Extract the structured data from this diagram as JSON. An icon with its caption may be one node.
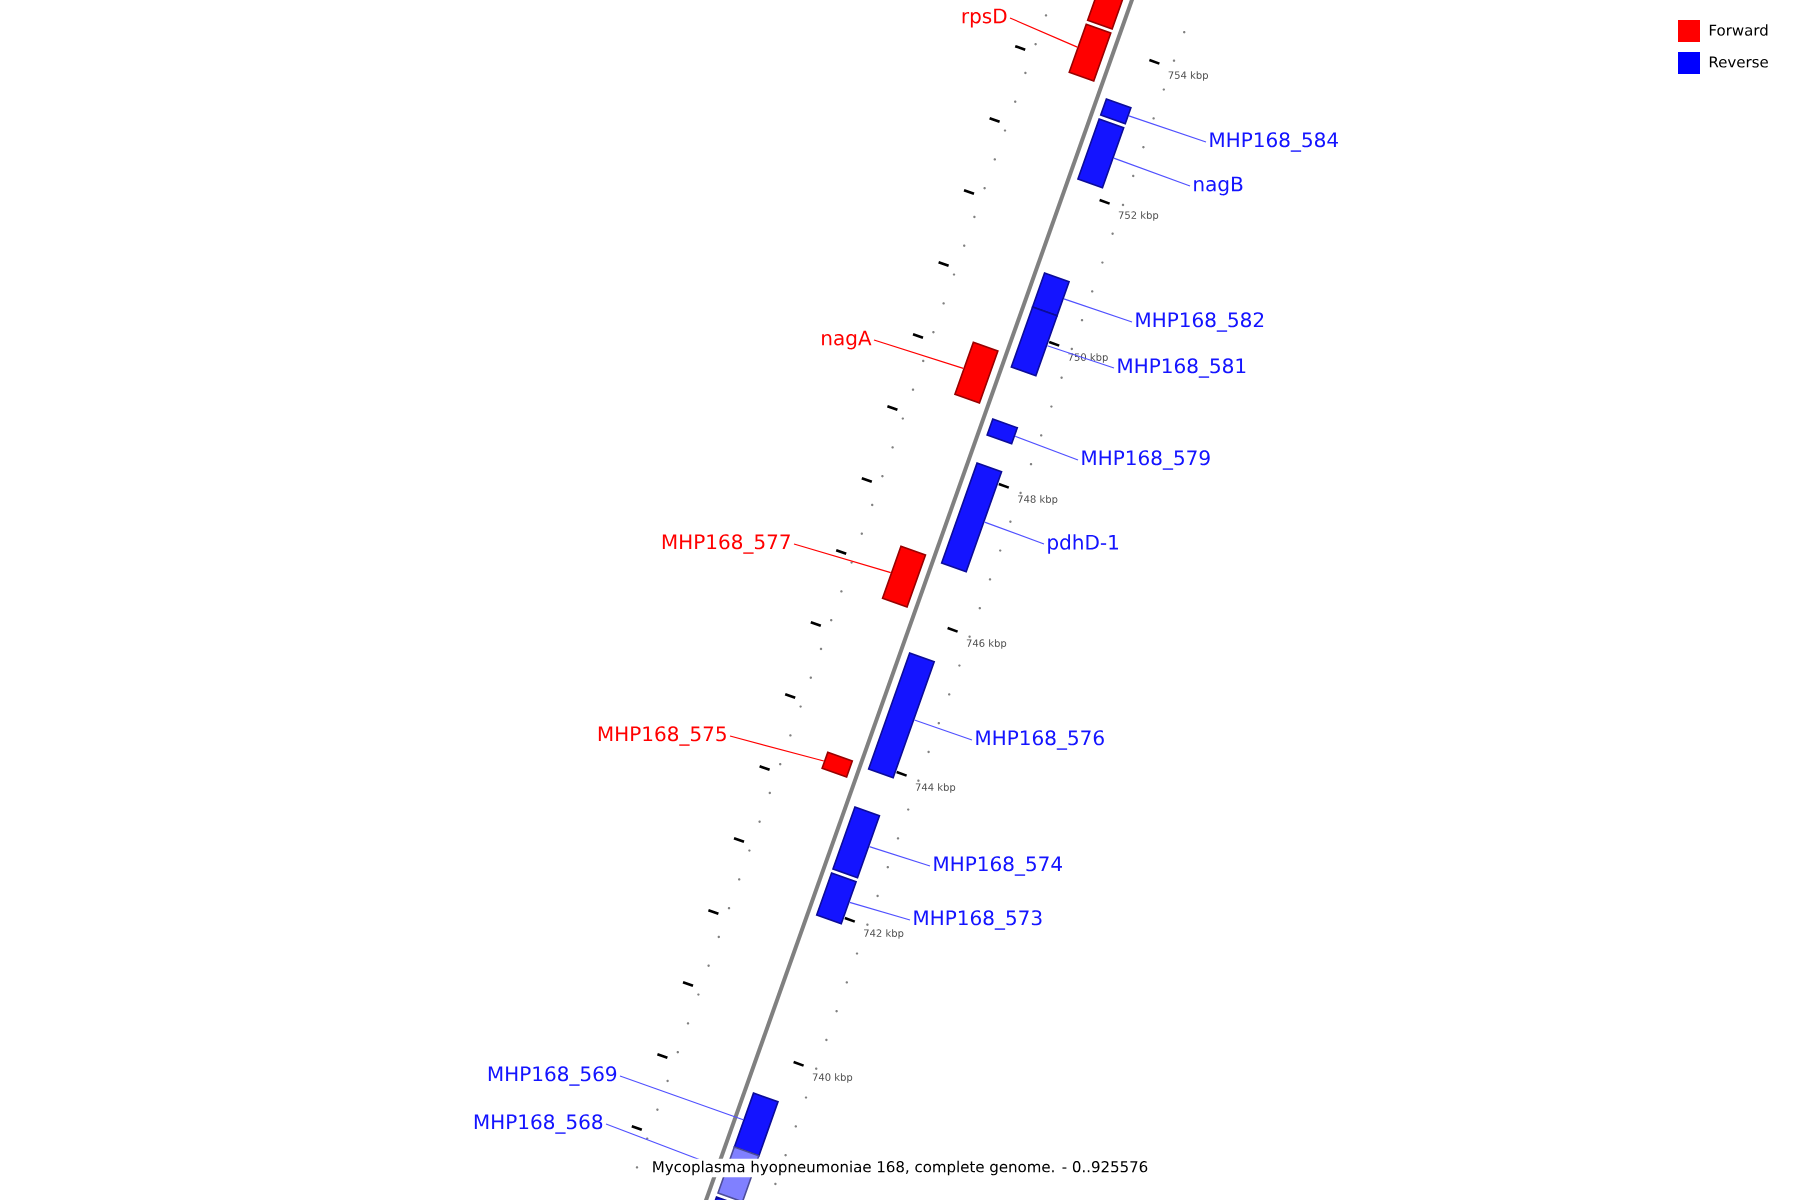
{
  "diagram": {
    "caption": "Mycoplasma hyopneumoniae 168, complete genome. - 0..925576",
    "nodes": [
      {
        "text": [],
        "shape": "box"
      },
      {
        "text": [],
        "shape": "box"
      },
      {
        "text": [],
        "shape": "box"
      },
      {
        "text": [],
        "shape": "box"
      },
      {
        "text": [],
        "shape": "box"
      },
      {
        "text": [],
        "shape": "box"
      },
      {
        "text": [],
        "shape": "box"
      },
      {
        "text": [],
        "shape": "box"
      },
      {
        "text": [],
        "shape": "box"
      },
      {
        "text": [],
        "shape": "box"
      },
      {
        "text": [],
        "shape": "box"
      },
      {
        "text": [],
        "shape": "box"
      },
      {
        "text": [],
        "shape": "box"
      },
      {
        "text": [],
        "shape": "box"
      },
      {
        "text": [],
        "shape": "box"
      },
      {
        "text": [],
        "shape": "box"
      },
      {
        "text": [],
        "shape": "box"
      },
      {
        "text": [
          "rpsD"
        ]
      },
      {
        "text": [
          "MHP168_584"
        ]
      },
      {
        "text": [
          "nagB"
        ]
      },
      {
        "text": [
          "MHP168_582"
        ]
      },
      {
        "text": [
          "MHP168_581"
        ]
      },
      {
        "text": [
          "nagA"
        ]
      },
      {
        "text": [
          "MHP168_579"
        ]
      },
      {
        "text": [
          "pdhD-1"
        ]
      },
      {
        "text": [
          "MHP168_577"
        ]
      },
      {
        "text": [
          "MHP168_576"
        ]
      },
      {
        "text": [
          "MHP168_575"
        ]
      },
      {
        "text": [
          "MHP168_574"
        ]
      },
      {
        "text": [
          "MHP168_573"
        ]
      },
      {
        "text": [
          "MHP168_569"
        ]
      },
      {
        "text": [
          "MHP168_568"
        ]
      }
    ],
    "edges": [
      {
        "from": 17,
        "to": 1,
        "arrow": "none",
        "color": "#ff0000"
      },
      {
        "from": 18,
        "to": 2,
        "arrow": "none"
      },
      {
        "from": 19,
        "to": 3,
        "arrow": "none"
      },
      {
        "from": 20,
        "to": 4,
        "arrow": "none"
      },
      {
        "from": 21,
        "to": 5,
        "arrow": "none"
      },
      {
        "from": 22,
        "to": 6,
        "arrow": "none",
        "color": "#ff0000"
      },
      {
        "from": 23,
        "to": 7,
        "arrow": "none"
      },
      {
        "from": 24,
        "to": 8,
        "arrow": "none"
      },
      {
        "from": 25,
        "to": 9,
        "arrow": "none",
        "color": "#ff0000"
      },
      {
        "from": 26,
        "to": 10,
        "arrow": "none"
      },
      {
        "from": 27,
        "to": 11,
        "arrow": "none",
        "color": "#ff0000"
      },
      {
        "from": 28,
        "to": 12,
        "arrow": "none"
      },
      {
        "from": 29,
        "to": 13,
        "arrow": "none"
      },
      {
        "from": 30,
        "to": 14,
        "arrow": "none"
      },
      {
        "from": 31,
        "to": 15,
        "arrow": "none"
      }
    ],
    "labels": [
      "754 kbp",
      "752 kbp",
      "750 kbp",
      "748 kbp",
      "746 kbp",
      "744 kbp",
      "742 kbp",
      "740 kbp"
    ],
    "legend": [
      {
        "text": "Forward",
        "color": "#ff0000"
      },
      {
        "text": "Reverse",
        "color": "#0000ff"
      }
    ]
  }
}
